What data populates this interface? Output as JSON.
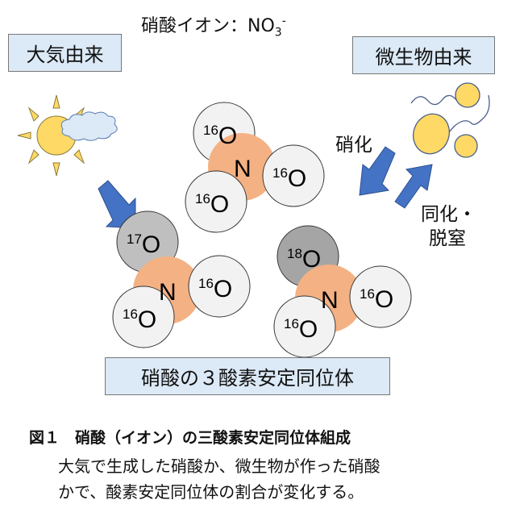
{
  "title": {
    "text": "硝酸イオン：NO",
    "sub": "3",
    "sup": "-"
  },
  "box_atmospheric": "大気由来",
  "box_microbial": "微生物由来",
  "box_isotopes": "硝酸の３酸素安定同位体",
  "label_nitrification": "硝化",
  "label_assimilation_line1": "同化・",
  "label_assimilation_line2": "脱窒",
  "molecules": [
    {
      "n": "N",
      "oxygens": [
        {
          "mass": "16",
          "el": "O"
        },
        {
          "mass": "16",
          "el": "O"
        },
        {
          "mass": "16",
          "el": "O"
        }
      ]
    },
    {
      "n": "N",
      "oxygens": [
        {
          "mass": "17",
          "el": "O"
        },
        {
          "mass": "16",
          "el": "O"
        },
        {
          "mass": "16",
          "el": "O"
        }
      ]
    },
    {
      "n": "N",
      "oxygens": [
        {
          "mass": "18",
          "el": "O"
        },
        {
          "mass": "16",
          "el": "O"
        },
        {
          "mass": "16",
          "el": "O"
        }
      ]
    }
  ],
  "caption": {
    "heading": "図１　硝酸（イオン）の三酸素安定同位体組成",
    "line1": "大気で生成した硝酸か、微生物が作った硝酸",
    "line2": "かで、酸素安定同位体の割合が変化する。"
  },
  "colors": {
    "box": "#dce9f6",
    "nitrogen": "#f4b183",
    "o16": "#f2f2f2",
    "o17": "#bfbfbf",
    "o18": "#a5a5a5",
    "arrow": "#4472c4",
    "sun": "#ffd966",
    "microbe": "#ffd966"
  }
}
